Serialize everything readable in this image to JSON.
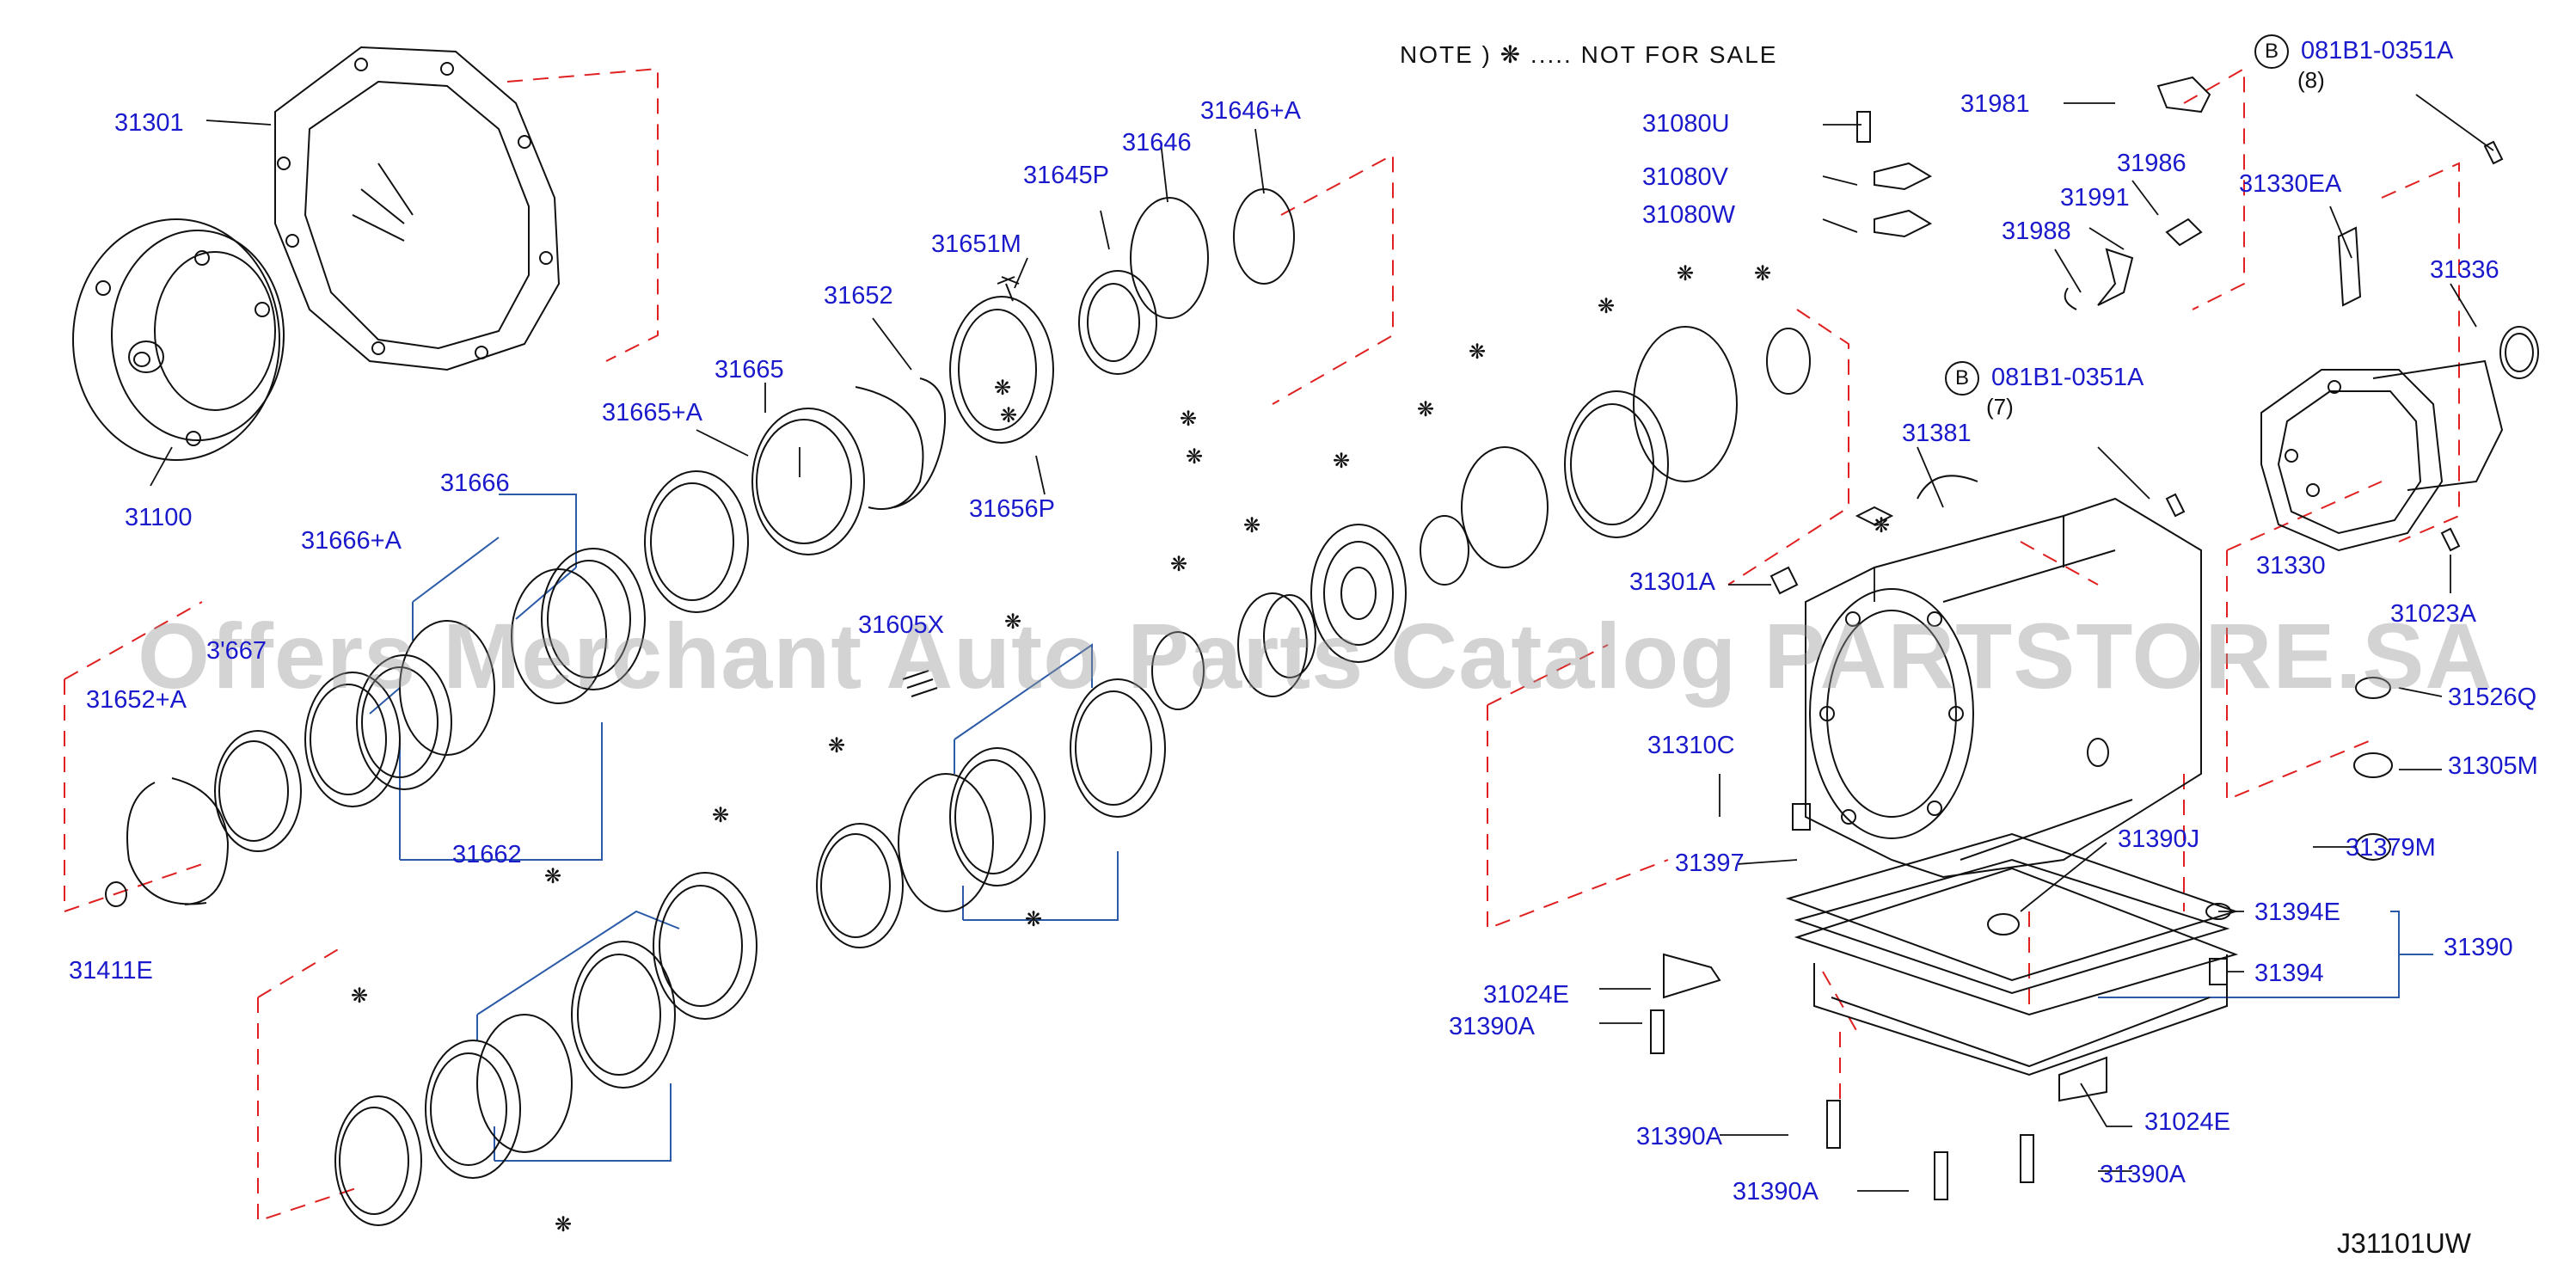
{
  "note": {
    "prefix": "NOTE  )",
    "symbol": "❋",
    "text": "..... NOT   FOR   SALE"
  },
  "bolt_refs": [
    {
      "badge": "B",
      "part": "081B1-0351A",
      "qty": "(8)"
    },
    {
      "badge": "B",
      "part": "081B1-0351A",
      "qty": "(7)"
    }
  ],
  "labels": {
    "p31301": "31301",
    "p31100": "31100",
    "p31646a": "31646+A",
    "p31646": "31646",
    "p31645p": "31645P",
    "p31651m": "31651M",
    "p31652": "31652",
    "p31665": "31665",
    "p31665a": "31665+A",
    "p31656p": "31656P",
    "p31666": "31666",
    "p31666a": "31666+A",
    "p31667": "3'667",
    "p31652a": "31652+A",
    "p31662": "31662",
    "p31411e": "31411E",
    "p31605x": "31605X",
    "p31080u": "31080U",
    "p31080v": "31080V",
    "p31080w": "31080W",
    "p31981": "31981",
    "p31986": "31986",
    "p31991": "31991",
    "p31988": "31988",
    "p31330ea": "31330EA",
    "p31336": "31336",
    "p31381": "31381",
    "p31330": "31330",
    "p31023a": "31023A",
    "p31301a": "31301A",
    "p31526q": "31526Q",
    "p31305m": "31305M",
    "p31310c": "31310C",
    "p31390j": "31390J",
    "p31379m": "31379M",
    "p31397": "31397",
    "p31394e": "31394E",
    "p31390": "31390",
    "p31394": "31394",
    "p31024e_l": "31024E",
    "p31390a_1": "31390A",
    "p31024e_r": "31024E",
    "p31390a_2": "31390A",
    "p31390a_3": "31390A",
    "p31390a_4": "31390A"
  },
  "diagram_code": "J31101UW",
  "watermark": "Offers Merchant Auto Parts Catalog PARTSTORE.SA",
  "colors": {
    "label": "#1a1acc",
    "outline": "#111111",
    "guide": "#e02020",
    "bracket": "#2a5aa8"
  }
}
